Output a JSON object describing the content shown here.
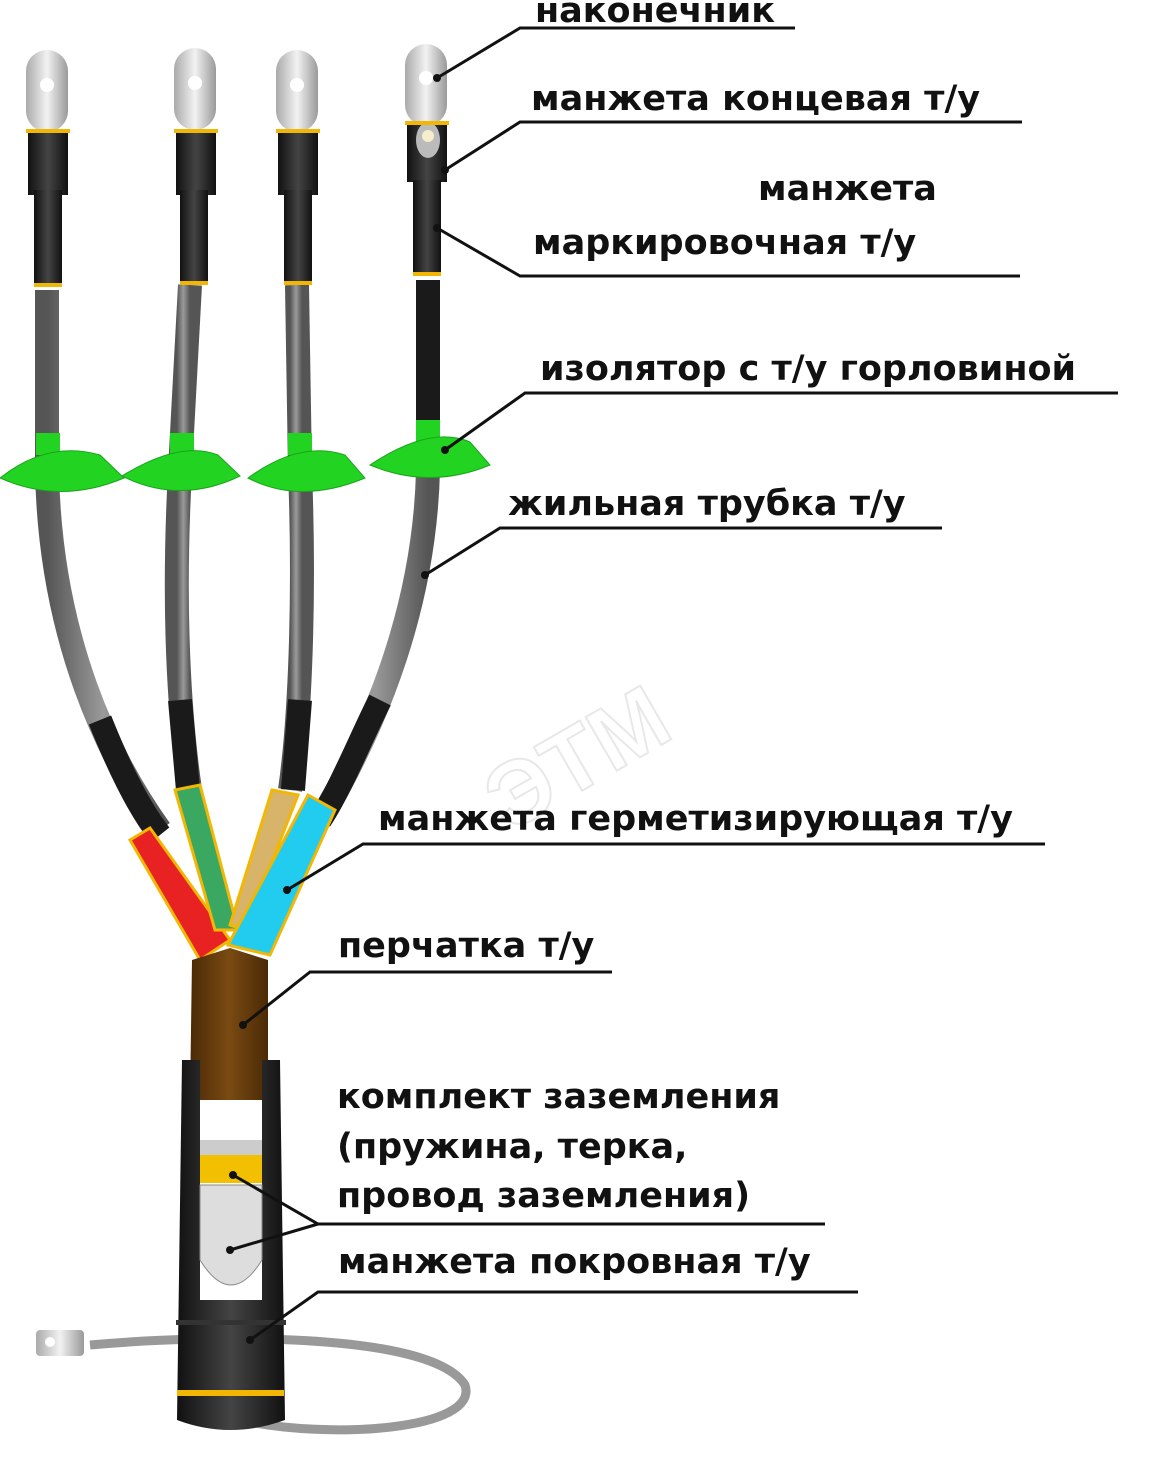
{
  "title": "Кабельная муфта концевая — состав",
  "watermark": "ЭТМ",
  "colors": {
    "insulator": "#22d322",
    "glove": "#6b3d0c",
    "seal_red": "#e82222",
    "seal_green": "#3aa860",
    "seal_tan": "#d8b46a",
    "seal_cyan": "#22ccee",
    "band": "#f2b705"
  },
  "labels": {
    "lug": "наконечник",
    "end_cuff": "манжета концевая т/у",
    "marking_cuff_1": "манжета",
    "marking_cuff_2": "маркировочная т/у",
    "insulator": "изолятор с т/у горловиной",
    "core_tube": "жильная трубка т/у",
    "sealing_cuff": "манжета герметизирующая т/у",
    "glove": "перчатка т/у",
    "grounding_1": "комплект заземления",
    "grounding_2": "(пружина,  терка,",
    "grounding_3": "провод заземления)",
    "cover_cuff": "манжета покровная т/у"
  }
}
